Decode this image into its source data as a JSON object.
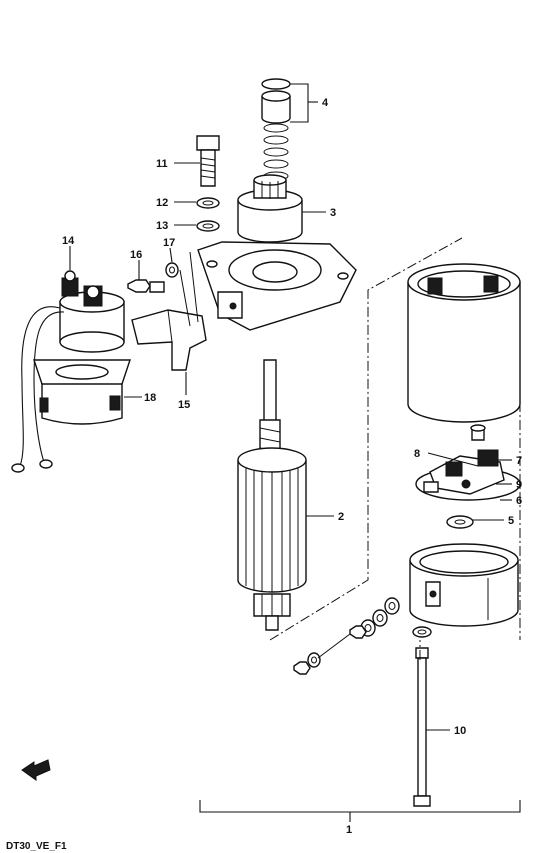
{
  "diagram": {
    "footer_code": "DT30_VE_F1",
    "parts": [
      {
        "id": "part-1",
        "label": "1"
      },
      {
        "id": "part-2",
        "label": "2"
      },
      {
        "id": "part-3",
        "label": "3"
      },
      {
        "id": "part-4",
        "label": "4"
      },
      {
        "id": "part-5",
        "label": "5"
      },
      {
        "id": "part-6",
        "label": "6"
      },
      {
        "id": "part-7",
        "label": "7"
      },
      {
        "id": "part-8",
        "label": "8"
      },
      {
        "id": "part-9",
        "label": "9"
      },
      {
        "id": "part-10",
        "label": "10"
      },
      {
        "id": "part-11",
        "label": "11"
      },
      {
        "id": "part-12",
        "label": "12"
      },
      {
        "id": "part-13",
        "label": "13"
      },
      {
        "id": "part-14",
        "label": "14"
      },
      {
        "id": "part-15",
        "label": "15"
      },
      {
        "id": "part-16",
        "label": "16"
      },
      {
        "id": "part-17",
        "label": "17"
      },
      {
        "id": "part-18",
        "label": "18"
      }
    ],
    "icons": {
      "direction_arrow": "forward-arrow-icon"
    }
  }
}
